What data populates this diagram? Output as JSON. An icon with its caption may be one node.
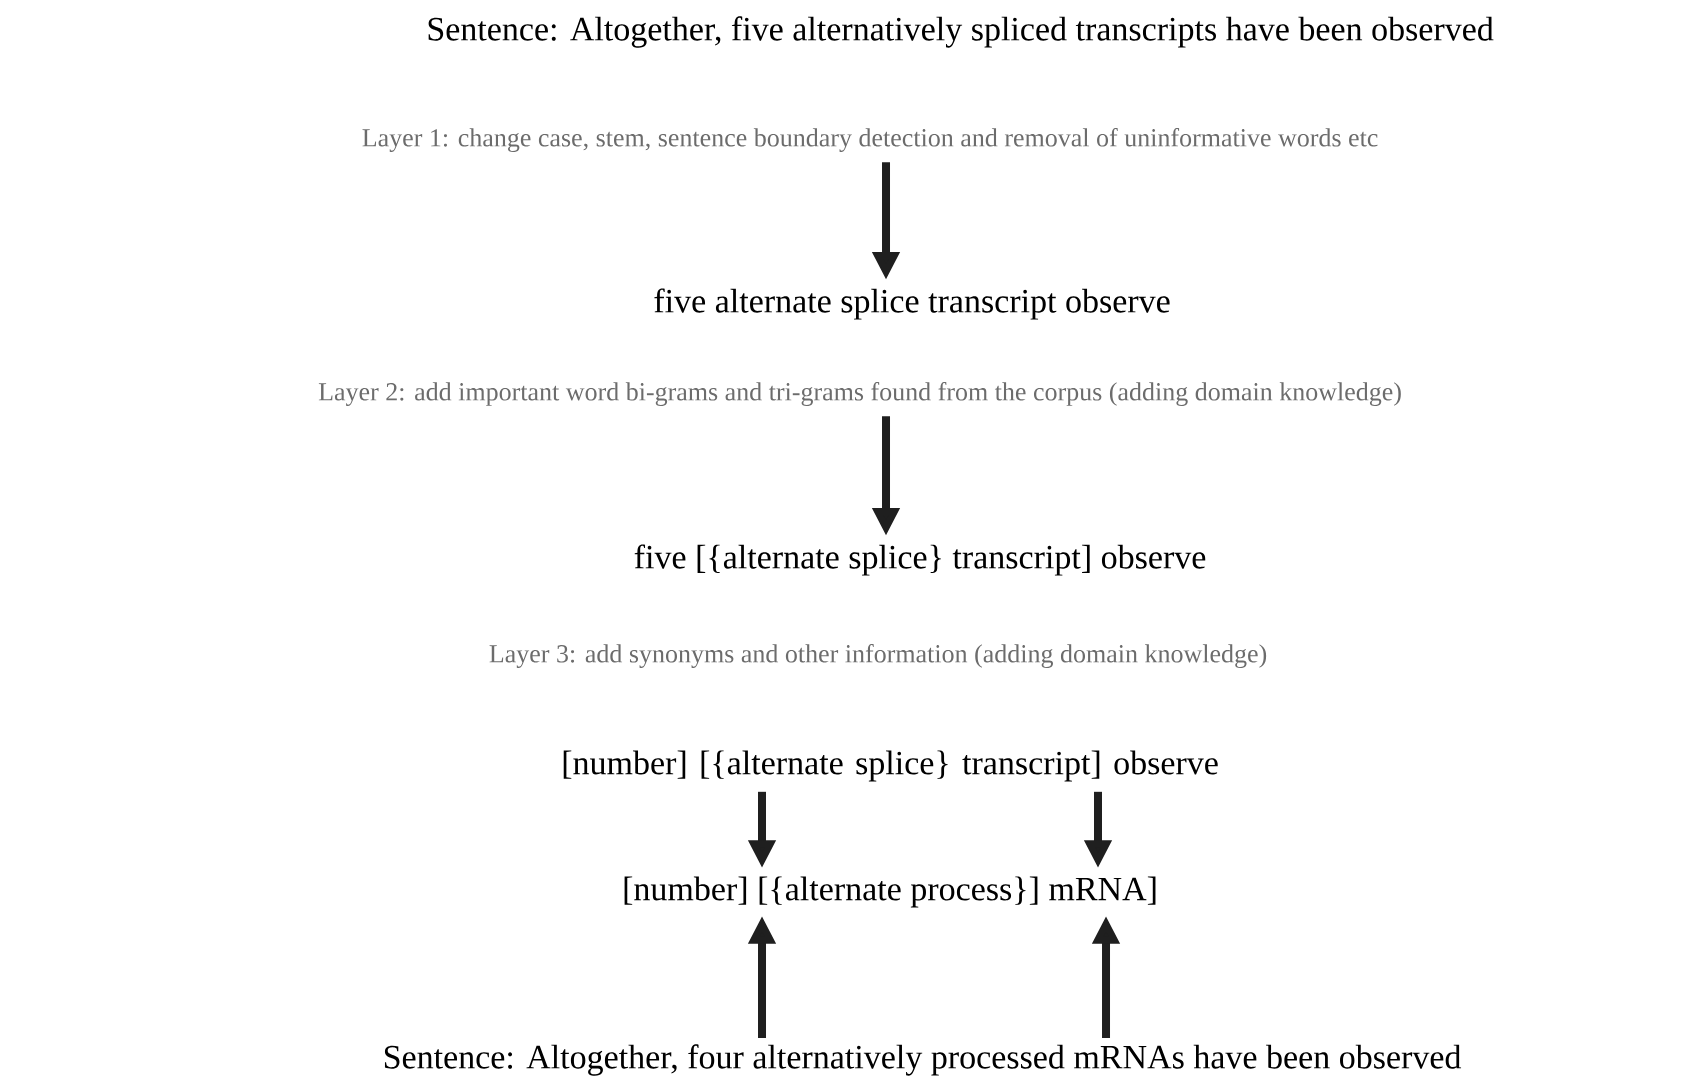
{
  "diagram": {
    "nodes": [
      {
        "text": [
          "Sentence: Altogether, five alternatively spliced transcripts have been observed"
        ]
      },
      {
        "text": [
          "Layer 1: change case, stem, sentence boundary detection and removal of uninformative words etc"
        ]
      },
      {
        "text": [
          "five alternate splice transcript observe"
        ]
      },
      {
        "text": [
          "Layer 2: add important word bi-grams and tri-grams found from the corpus (adding domain knowledge)"
        ]
      },
      {
        "text": [
          "five [{alternate splice} transcript] observe"
        ]
      },
      {
        "text": [
          "Layer 3: add synonyms and other information (adding domain knowledge)"
        ]
      },
      {
        "text": [
          "[number] [{alternate splice} transcript] observe"
        ]
      },
      {
        "text": [
          "[number] [{alternate process}] mRNA]"
        ]
      },
      {
        "text": [
          "Sentence: Altogether, four alternatively processed mRNAs have been observed"
        ]
      }
    ],
    "edges": [
      {
        "from": 1,
        "to": 2,
        "arrow": "to"
      },
      {
        "from": 3,
        "to": 4,
        "arrow": "to"
      },
      {
        "from": 6,
        "to": 7,
        "arrow": "to"
      },
      {
        "from": 6,
        "to": 7,
        "arrow": "to"
      },
      {
        "from": 8,
        "to": 7,
        "arrow": "to"
      },
      {
        "from": 8,
        "to": 7,
        "arrow": "to"
      }
    ]
  }
}
